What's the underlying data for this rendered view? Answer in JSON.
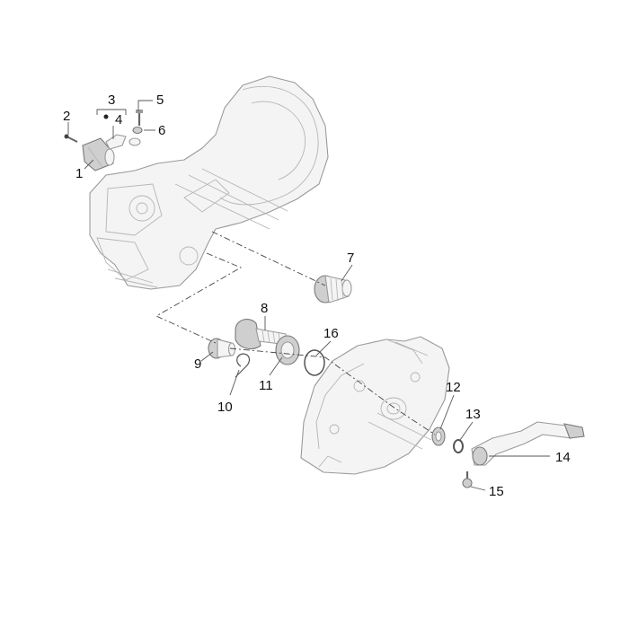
{
  "diagram": {
    "callouts": [
      "1",
      "2",
      "3",
      "4",
      "5",
      "6",
      "7",
      "8",
      "9",
      "10",
      "11",
      "12",
      "13",
      "14",
      "15",
      "16"
    ]
  },
  "colors": {
    "line": "#555555",
    "part_fill": "#f4f4f4",
    "part_stroke": "#9a9a9a"
  }
}
